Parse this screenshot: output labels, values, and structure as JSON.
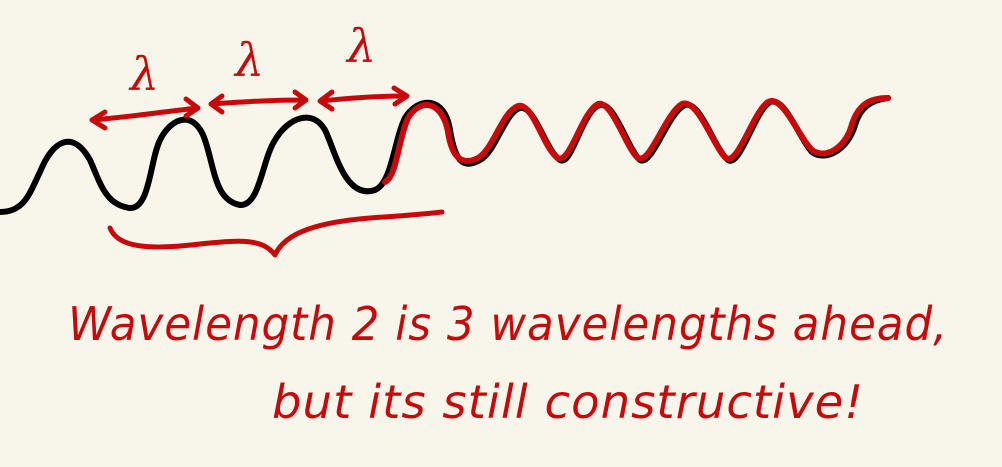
{
  "colors": {
    "background": "#f8f5ea",
    "wave_1": "#000000",
    "wave_2": "#c8090c",
    "annotation": "#c8090c"
  },
  "labels": {
    "wavelength_symbol": "λ"
  },
  "caption": {
    "line_1": "Wavelength 2 is 3 wavelengths ahead,",
    "line_2": "but its still constructive!"
  }
}
